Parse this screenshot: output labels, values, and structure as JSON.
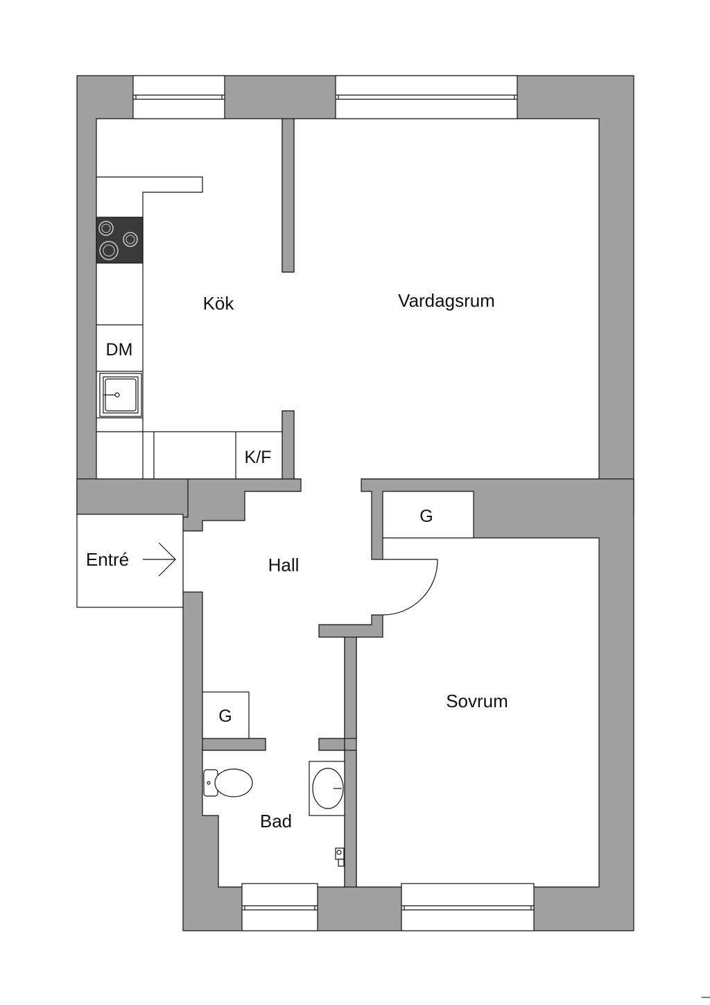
{
  "rooms": {
    "kitchen": "Kök",
    "living_room": "Vardagsrum",
    "hall": "Hall",
    "bedroom": "Sovrum",
    "bathroom": "Bad"
  },
  "fixtures": {
    "dishwasher": "DM",
    "fridge_freezer": "K/F",
    "wardrobe_hall": "G",
    "wardrobe_bath": "G"
  },
  "entrance": {
    "label": "Entré"
  },
  "colors": {
    "wall": "#a0a0a0",
    "stove": "#3a3a3a",
    "line": "#111111"
  }
}
